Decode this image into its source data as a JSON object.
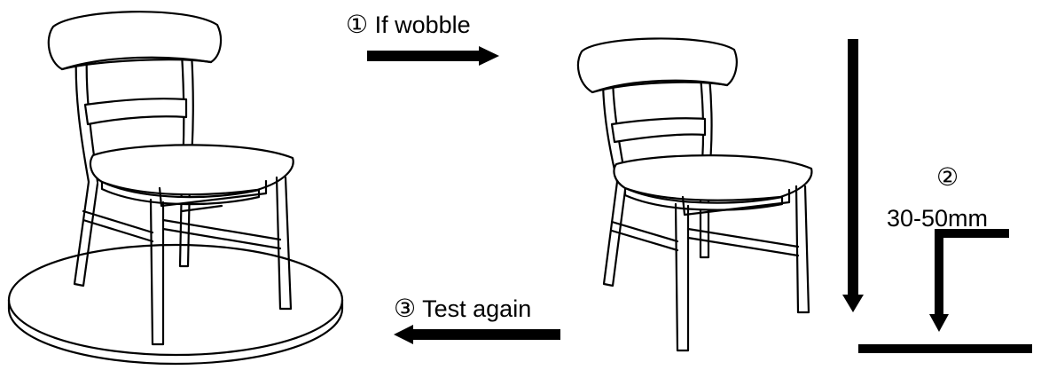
{
  "steps": [
    {
      "marker": "①",
      "text": "If wobble"
    },
    {
      "marker": "②",
      "text": "30-50mm"
    },
    {
      "marker": "③",
      "text": "Test again"
    }
  ],
  "colors": {
    "ink": "#000000",
    "background": "#ffffff"
  },
  "icons": [
    "chair-on-turntable-icon",
    "chair-icon",
    "arrow-right-icon",
    "arrow-left-icon",
    "arrow-down-icon"
  ]
}
